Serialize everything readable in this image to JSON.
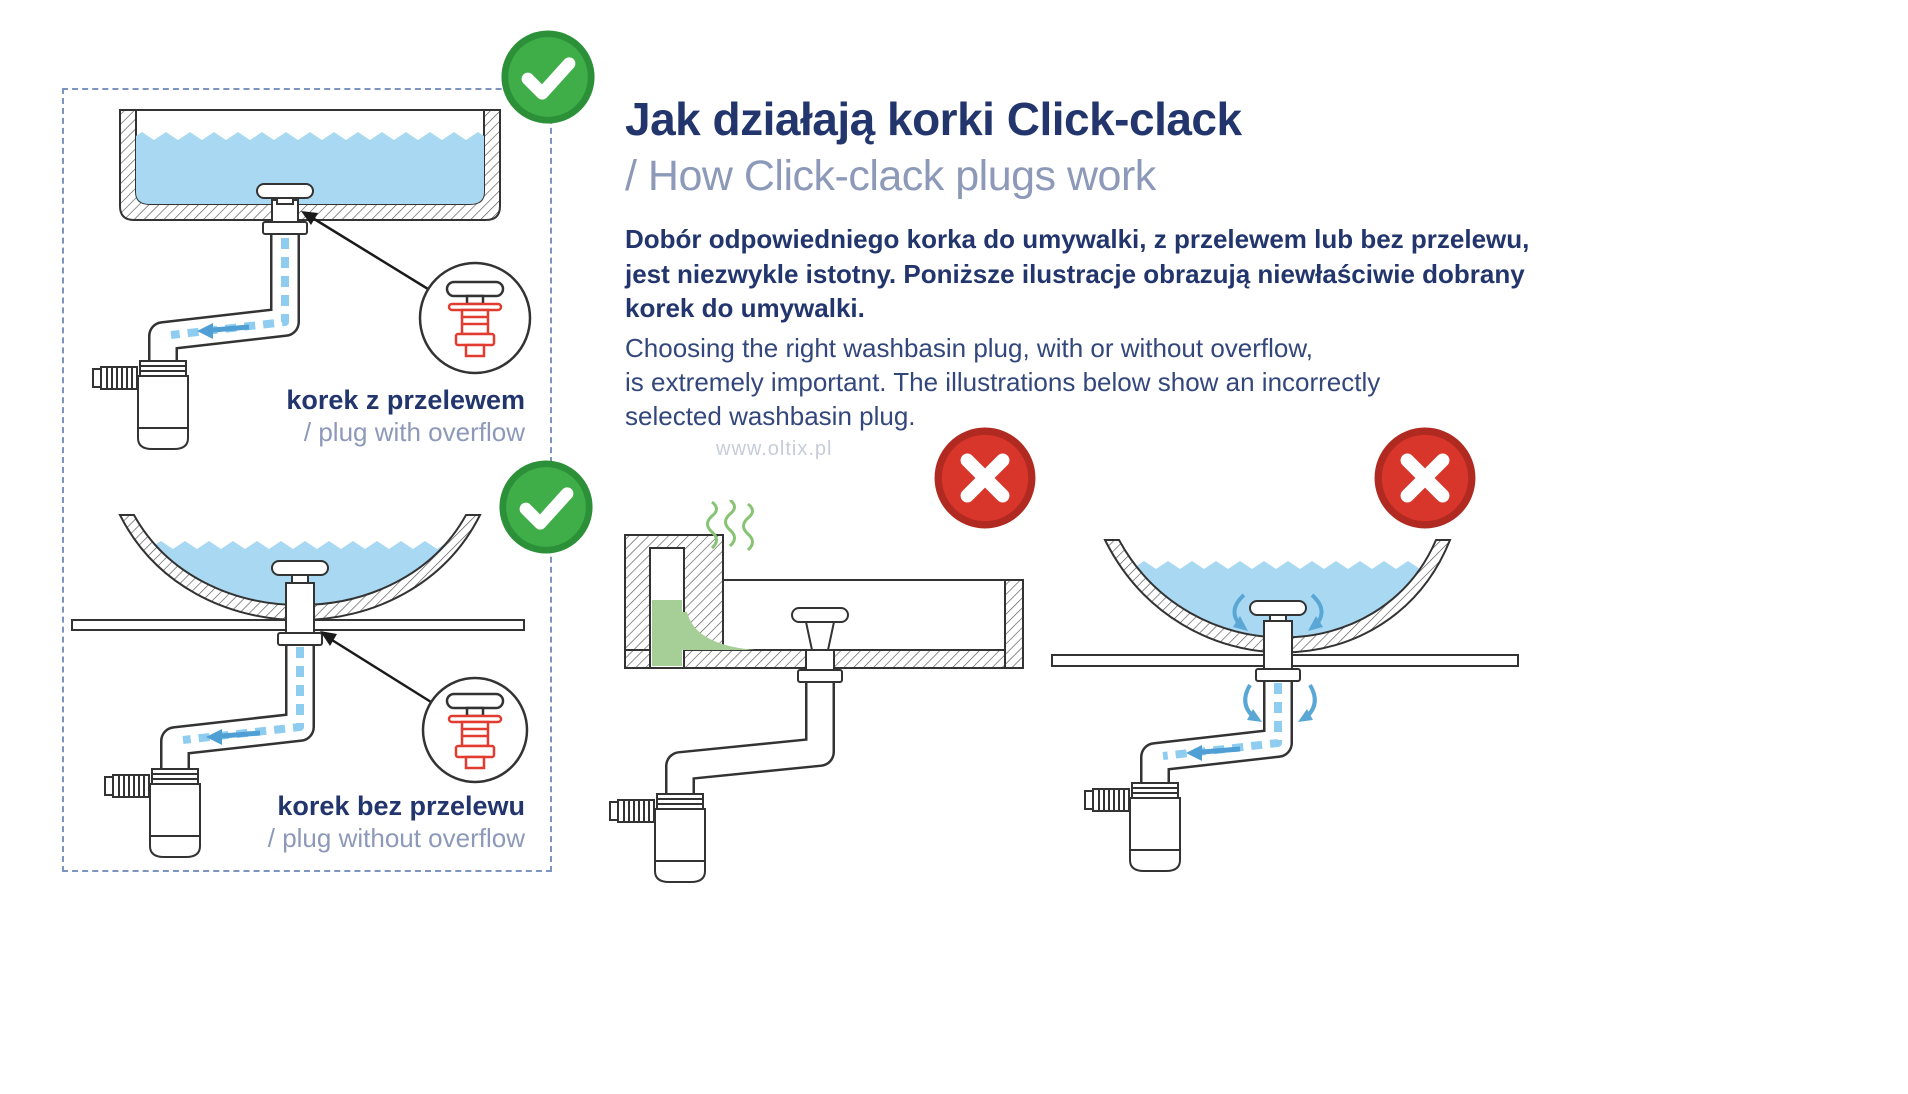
{
  "header": {
    "title_pl": "Jak działają korki Click-clack",
    "title_en": "/ How Click-clack plugs work"
  },
  "intro": {
    "pl": "Dobór odpowiedniego korka do umywalki, z przelewem lub bez przelewu,\njest niezwykle istotny. Poniższe ilustracje obrazują niewłaściwie dobrany\nkorek do umywalki.",
    "en": "Choosing the right washbasin plug, with or without overflow,\nis extremely important. The illustrations below show an incorrectly\nselected washbasin plug."
  },
  "watermark": "www.oltix.pl",
  "figures": [
    {
      "label_pl": "korek z przelewem",
      "label_en": "/ plug with overflow",
      "badge": "check-icon",
      "status": "correct"
    },
    {
      "label_pl": "korek bez przelewu",
      "label_en": "/ plug without overflow",
      "badge": "check-icon",
      "status": "correct"
    },
    {
      "badge": "cross-icon",
      "status": "incorrect"
    },
    {
      "badge": "cross-icon",
      "status": "incorrect"
    }
  ],
  "colors": {
    "navy": "#22356d",
    "muted_blue": "#8d99b8",
    "green": "#3fae49",
    "red": "#d8352b",
    "water": "#a9d9f2",
    "residue_green": "#a5cf97"
  }
}
